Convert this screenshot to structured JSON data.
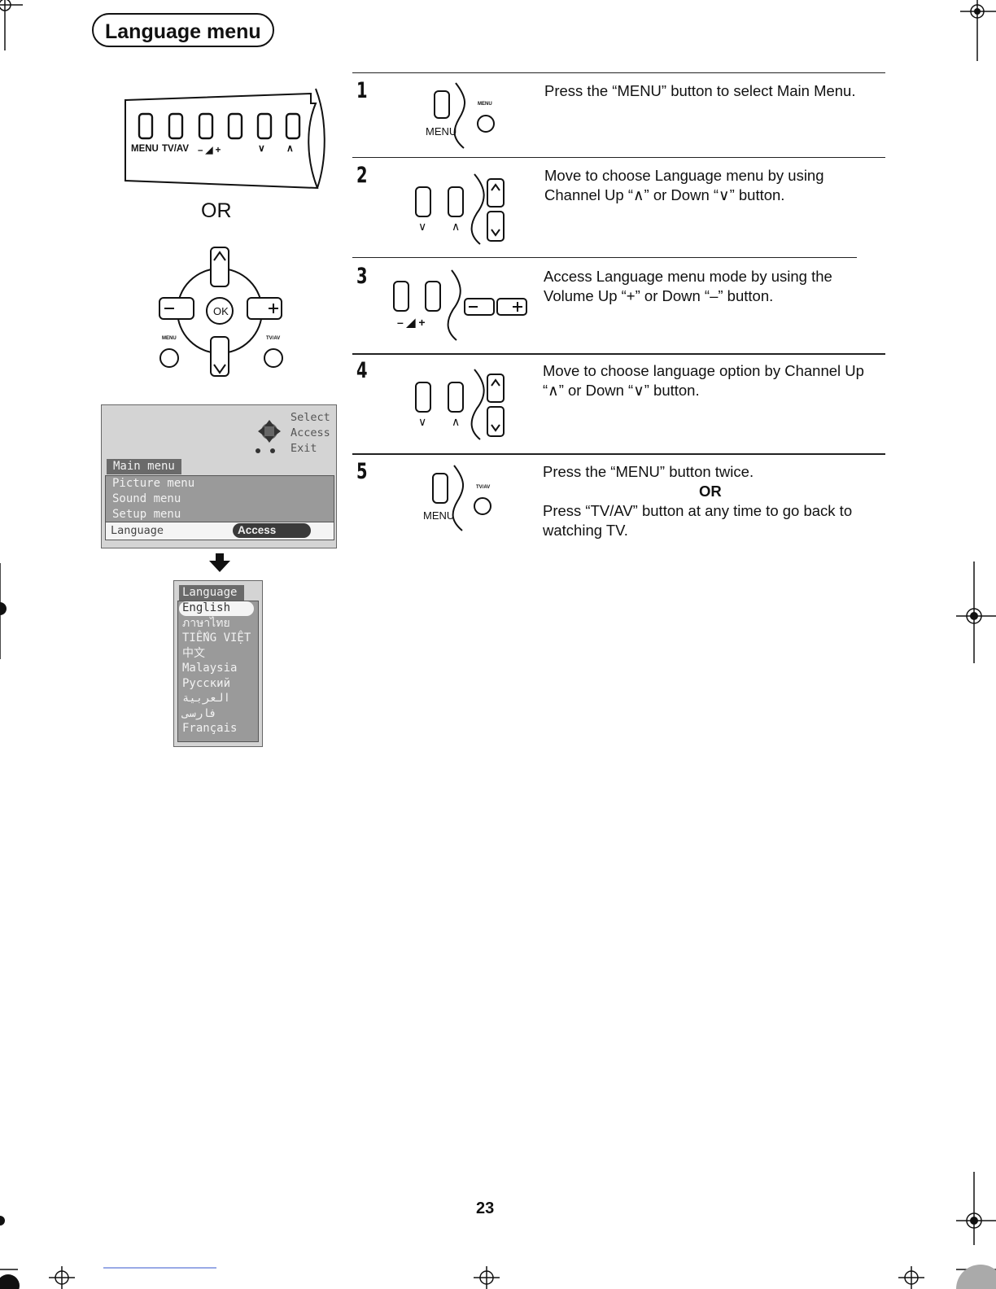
{
  "header": {
    "title": "Language menu"
  },
  "left_panel": {
    "panel_labels": [
      "MENU",
      "TV/AV",
      "– ◢ +",
      "∨",
      "∧"
    ],
    "or_label": "OR",
    "remote": {
      "ok_label": "OK",
      "menu_label": "MENU",
      "tvav_label": "TV/AV"
    },
    "main_osd": {
      "hints": [
        "Select",
        "Access",
        "Exit"
      ],
      "title": "Main menu",
      "items": [
        "Picture menu",
        "Sound menu",
        "Setup menu"
      ],
      "selected_item": "Language",
      "selected_action": "Access"
    },
    "language_osd": {
      "title": "Language",
      "options": [
        "English",
        "ภาษาไทย",
        "TIẾNG VIỆT",
        "中文",
        "Malaysia",
        "Русский",
        "العربية",
        "فارسی",
        "Français"
      ]
    }
  },
  "steps": [
    {
      "num": "1",
      "btn_labels": [
        "MENU"
      ],
      "remote_label": "MENU",
      "text": "Press the “MENU” button to select Main Menu."
    },
    {
      "num": "2",
      "btn_labels": [
        "∨",
        "∧"
      ],
      "text": "Move to choose Language menu by using Channel Up “∧” or Down “∨” button."
    },
    {
      "num": "3",
      "btn_labels": [
        "– ◢ +"
      ],
      "text": "Access Language menu mode by using the Volume Up “+” or Down “–” button."
    },
    {
      "num": "4",
      "btn_labels": [
        "∨",
        "∧"
      ],
      "text": "Move to choose language option by Channel Up “∧” or Down “∨” button."
    },
    {
      "num": "5",
      "btn_labels": [
        "MENU"
      ],
      "remote_label": "TV/AV",
      "text_a": "Press the “MENU” button twice.",
      "text_or": "OR",
      "text_b": "Press “TV/AV” button at any time to go back to watching TV."
    }
  ],
  "footer": {
    "page_number": "23"
  }
}
